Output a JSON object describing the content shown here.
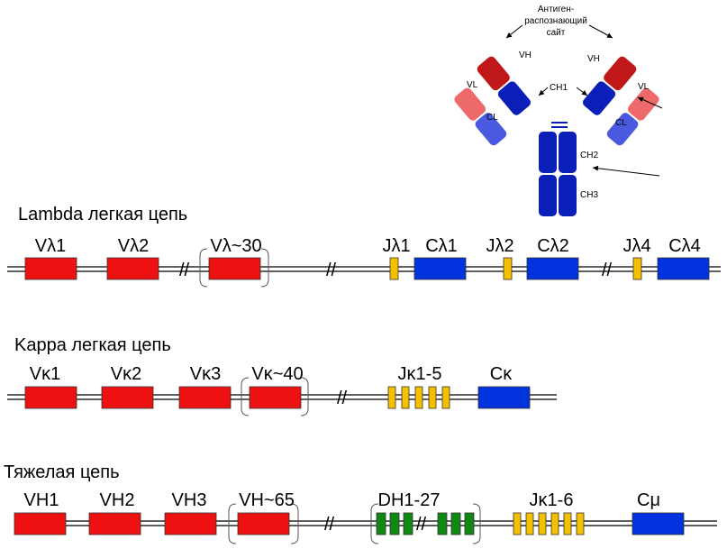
{
  "antibody": {
    "site_label_1": "Антиген-",
    "site_label_2": "распознающий",
    "site_label_3": "сайт",
    "vh_left": "VH",
    "vh_right": "VH",
    "vl_left": "VL",
    "vl_right": "VL",
    "cl_left": "CL",
    "cl_right": "CL",
    "ch1": "CH1",
    "ch2": "CH2",
    "ch3": "CH3",
    "colors": {
      "variable": "#d42020",
      "variable_light": "#ee6a6a",
      "constant": "#0a1fb8",
      "constant_light": "#4a5ae0"
    }
  },
  "lambda": {
    "title": "Lambda легкая цепь",
    "v1": "Vλ1",
    "v2": "Vλ2",
    "vn": "Vλ~30",
    "j1": "Jλ1",
    "c1": "Cλ1",
    "j2": "Jλ2",
    "c2": "Cλ2",
    "j4": "Jλ4",
    "c4": "Cλ4"
  },
  "kappa": {
    "title": "Kappa легкая цепь",
    "v1": "Vκ1",
    "v2": "Vκ2",
    "v3": "Vκ3",
    "vn": "Vκ~40",
    "j": "Jκ1-5",
    "c": "Cκ"
  },
  "heavy": {
    "title": "Тяжелая цепь",
    "v1": "VH1",
    "v2": "VH2",
    "v3": "VH3",
    "vn": "VH~65",
    "d": "DH1-27",
    "j": "Jκ1-6",
    "c": "Cμ"
  },
  "colors": {
    "v": "#ee1111",
    "j": "#f5c000",
    "c": "#0033dd",
    "d": "#118811"
  }
}
